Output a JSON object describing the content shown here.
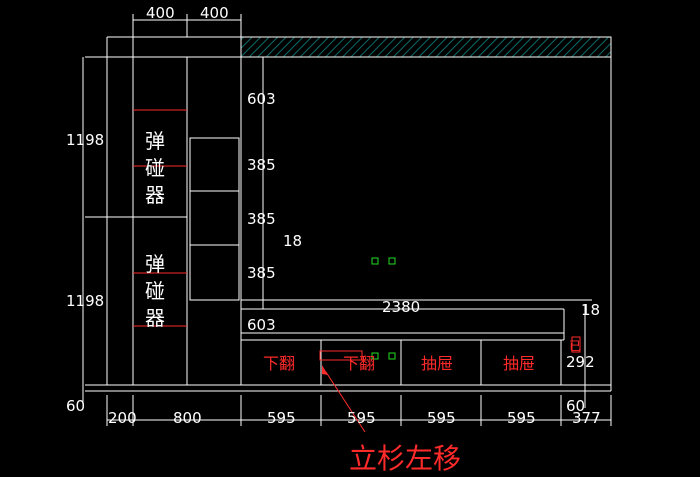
{
  "colors": {
    "background": "#000000",
    "lines": "#ffffff",
    "annotation": "#ff2a2a",
    "marker": "#22dd22",
    "hatch": "#0c6b6b"
  },
  "top_dims": [
    "400",
    "400"
  ],
  "left_dims": [
    "1198",
    "1198",
    "60"
  ],
  "inner_vertical_dims": [
    "603",
    "385",
    "385",
    "18",
    "385",
    "603"
  ],
  "overall_width": "2380",
  "right_dims": [
    "18",
    "292",
    "60"
  ],
  "bottom_dims": [
    "200",
    "800",
    "595",
    "595",
    "595",
    "595",
    "377"
  ],
  "cabinet_labels": {
    "upper": [
      "弹",
      "碰",
      "器"
    ],
    "lower": [
      "弹",
      "碰",
      "器"
    ]
  },
  "drawer_labels": [
    "下翻",
    "下翻",
    "抽屉",
    "抽屉"
  ],
  "right_small_label": "已",
  "note": "立杉左移"
}
